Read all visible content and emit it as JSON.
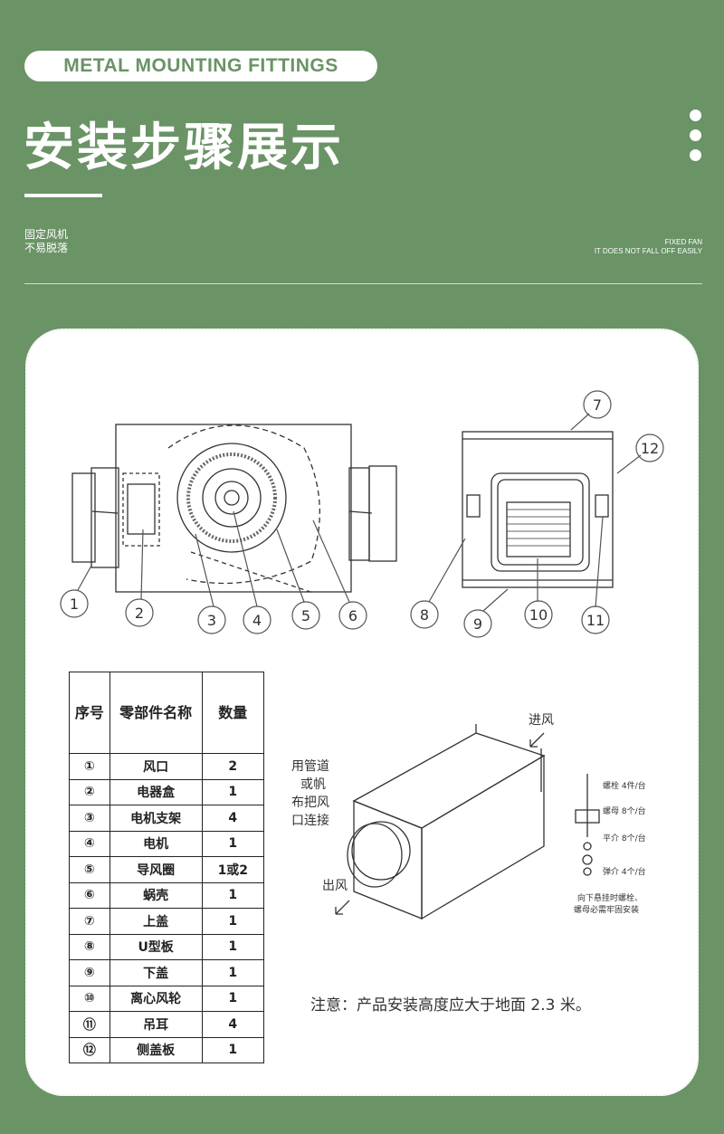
{
  "header": {
    "badge": "METAL MOUNTING FITTINGS",
    "title": "安装步骤展示",
    "sub_left_1": "固定风机",
    "sub_left_2": "不易脱落",
    "sub_right_1": "FIXED FAN",
    "sub_right_2": "IT DOES NOT FALL OFF EASILY"
  },
  "diagram": {
    "callouts_left": [
      "1",
      "2",
      "3",
      "4",
      "5",
      "6"
    ],
    "callouts_right": [
      "7",
      "8",
      "9",
      "10",
      "11",
      "12"
    ],
    "install": {
      "in_air": "进风",
      "out_air": "出风",
      "duct_note_1": "用管道",
      "duct_note_2": "或帆",
      "duct_note_3": "布把风",
      "duct_note_4": "口连接",
      "bolt": "螺栓 4件/台",
      "nut": "螺母 8个/台",
      "washer": "平介 8个/台",
      "spring": "弹介 4个/台",
      "hang_note_1": "向下悬挂时螺栓、",
      "hang_note_2": "螺母必需牢固安装"
    },
    "note": "注意：产品安装高度应大于地面 2.3 米。"
  },
  "table": {
    "headers": [
      "序号",
      "零部件名称",
      "数量"
    ],
    "rows": [
      [
        "①",
        "风口",
        "2"
      ],
      [
        "②",
        "电器盒",
        "1"
      ],
      [
        "③",
        "电机支架",
        "4"
      ],
      [
        "④",
        "电机",
        "1"
      ],
      [
        "⑤",
        "导风圈",
        "1或2"
      ],
      [
        "⑥",
        "蜗壳",
        "1"
      ],
      [
        "⑦",
        "上盖",
        "1"
      ],
      [
        "⑧",
        "U型板",
        "1"
      ],
      [
        "⑨",
        "下盖",
        "1"
      ],
      [
        "⑩",
        "离心风轮",
        "1"
      ],
      [
        "⑪",
        "吊耳",
        "4"
      ],
      [
        "⑫",
        "侧盖板",
        "1"
      ]
    ]
  }
}
